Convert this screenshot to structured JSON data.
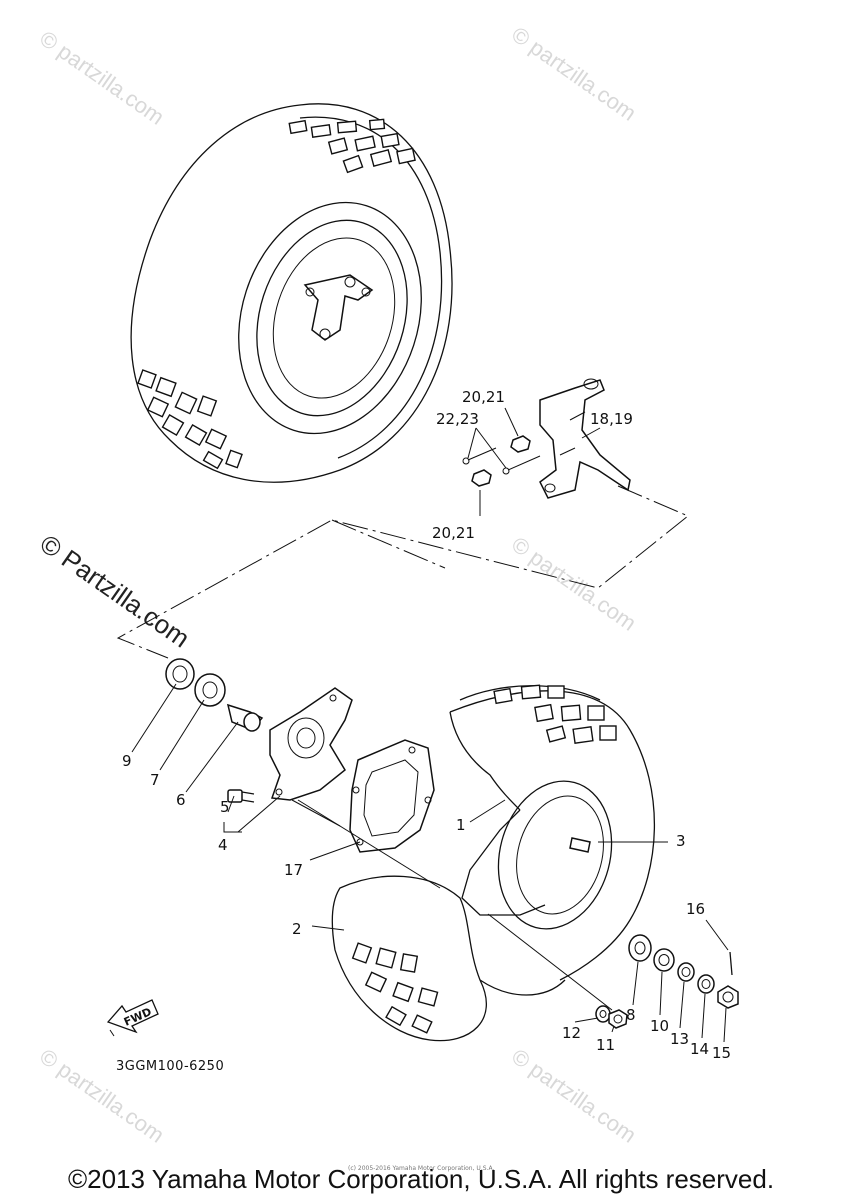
{
  "diagram_code": "3GGM100-6250",
  "fwd_label": "FWD",
  "copyright": "©2013 Yamaha Motor Corporation, U.S.A. All rights reserved.",
  "fine_print": "(c) 2005-2016 Yamaha Motor Corporation, U.S.A.",
  "watermarks": {
    "main": "© Partzilla.com",
    "faded": "© partzilla.com"
  },
  "callouts": {
    "p1": "1",
    "p2": "2",
    "p3": "3",
    "p4": "4",
    "p5": "5",
    "p6": "6",
    "p7": "7",
    "p8": "8",
    "p9": "9",
    "p10": "10",
    "p11": "11",
    "p12": "12",
    "p13": "13",
    "p14": "14",
    "p15": "15",
    "p16": "16",
    "p17": "17",
    "p18_19": "18,19",
    "p20_21_top": "20,21",
    "p20_21_bottom": "20,21",
    "p22_23": "22,23"
  }
}
